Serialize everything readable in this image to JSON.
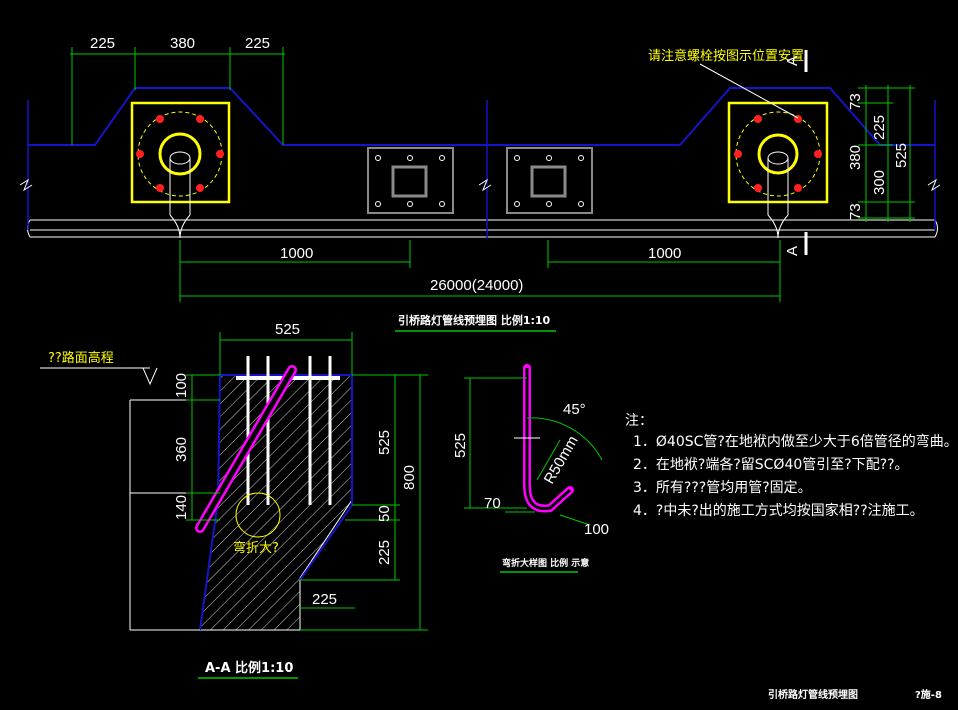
{
  "colors": {
    "background": "#000000",
    "outline": "#1414c8",
    "dimension": "#00c800",
    "box": "#ffff00",
    "bolt": "#ff2020",
    "conduit": "#ff00ff",
    "plate": "#8a8a8a",
    "text": "#ffffff"
  },
  "plan": {
    "top_dims": [
      "225",
      "380",
      "225"
    ],
    "right_dims": [
      "73",
      "225",
      "380",
      "300",
      "525",
      "73"
    ],
    "bottom_dims": [
      "1000",
      "1000",
      "26000(24000)"
    ],
    "section_mark": "A",
    "callout": "请注意螺栓按图示位置安置",
    "title": "引桥路灯管线预埋图   比例1:10"
  },
  "section": {
    "road_level": "??路面高程",
    "top_dim": "525",
    "left_dims": [
      "100",
      "360",
      "140"
    ],
    "right_dims": [
      "525",
      "800",
      "50",
      "225"
    ],
    "bottom_dim": "225",
    "bend_label": "弯折大?",
    "title": "A-A   比例1:10"
  },
  "bend_detail": {
    "dims": [
      "525",
      "70",
      "100"
    ],
    "angle": "45°",
    "radius": "R50mm",
    "title": "弯折大样图   比例 示意"
  },
  "notes": {
    "heading": "注：",
    "items": [
      "1．Ø40SC管?在地袱内做至少大于6倍管径的弯曲。",
      "2．在地袱?端各?留SCØ40管引至?下配??。",
      "3．所有???管均用管?固定。",
      "4．?中未?出的施工方式均按国家相??注施工。"
    ]
  },
  "footer": {
    "title": "引桥路灯管线预埋图",
    "sheet": "?施-8"
  }
}
